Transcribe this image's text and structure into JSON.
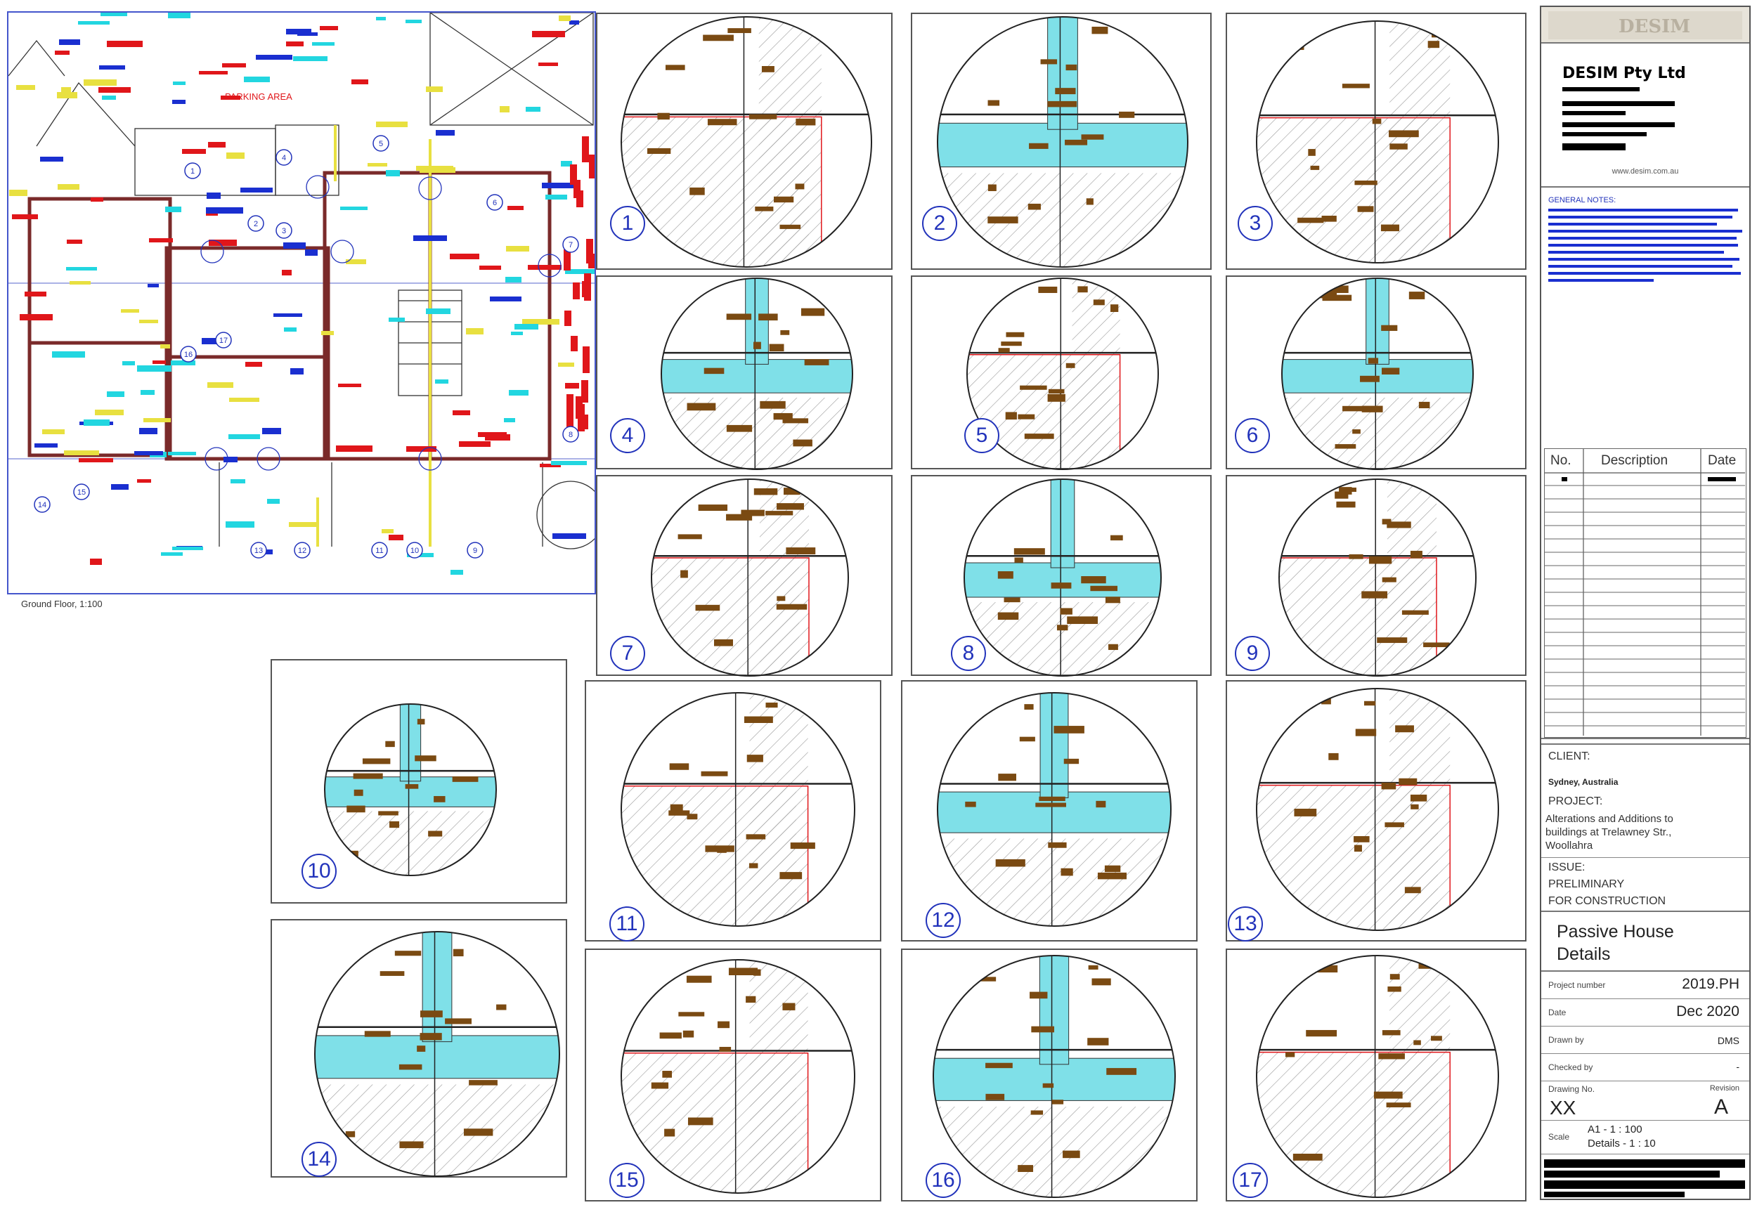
{
  "plan": {
    "parking_label": "PARKING AREA",
    "caption": "Ground Floor, 1:100",
    "markers": [
      "1",
      "2",
      "3",
      "4",
      "5",
      "6",
      "7",
      "8",
      "9",
      "10",
      "11",
      "12",
      "13",
      "14",
      "15",
      "16",
      "17"
    ]
  },
  "details": [
    {
      "number": "1"
    },
    {
      "number": "2"
    },
    {
      "number": "3"
    },
    {
      "number": "4"
    },
    {
      "number": "5"
    },
    {
      "number": "6"
    },
    {
      "number": "7"
    },
    {
      "number": "8"
    },
    {
      "number": "9"
    },
    {
      "number": "10"
    },
    {
      "number": "11"
    },
    {
      "number": "12"
    },
    {
      "number": "13"
    },
    {
      "number": "14"
    },
    {
      "number": "15"
    },
    {
      "number": "16"
    },
    {
      "number": "17"
    }
  ],
  "title_block": {
    "company": "DESIM Pty Ltd",
    "website": "www.desim.com.au",
    "general_notes_title": "GENERAL NOTES:",
    "revisions": {
      "col_no": "No.",
      "col_description": "Description",
      "col_date": "Date"
    },
    "client_label": "CLIENT:",
    "client_value": "Sydney, Australia",
    "project_label": "PROJECT:",
    "project_value": "Alterations and Additions to buildings at Trelawney Str., Woollahra",
    "issue_label": "ISSUE:",
    "issue_line1": "PRELIMINARY",
    "issue_line2": "FOR CONSTRUCTION",
    "drawing_title": "Passive House Details",
    "project_number_label": "Project number",
    "project_number": "2019.PH",
    "date_label": "Date",
    "date": "Dec 2020",
    "drawn_by_label": "Drawn by",
    "drawn_by": "DMS",
    "checked_by_label": "Checked by",
    "checked_by": "-",
    "drawing_no_label": "Drawing No.",
    "drawing_no": "XX",
    "revision_label": "Revision",
    "revision": "A",
    "scale_label": "Scale",
    "scale_line1": "A1 - 1 : 100",
    "scale_line2": "Details - 1 : 10"
  },
  "colors": {
    "marker": "#2233bb",
    "tag": "#7a4a12",
    "insulation": "#7fe0e8",
    "red": "#e0161a",
    "blue": "#1a2fd0",
    "yellow": "#e8e040",
    "cyan": "#22d6e0"
  }
}
